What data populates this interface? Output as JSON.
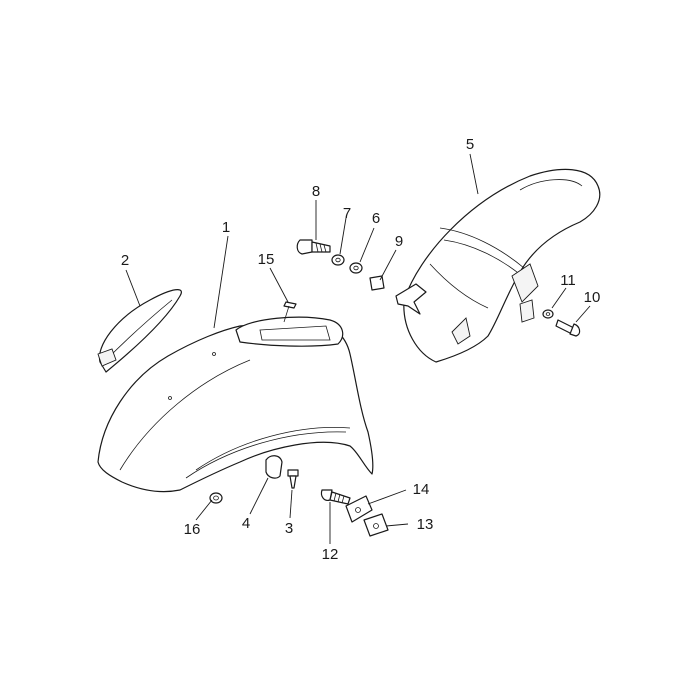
{
  "callouts": {
    "c1": "1",
    "c2": "2",
    "c3": "3",
    "c4": "4",
    "c5": "5",
    "c6": "6",
    "c7": "7",
    "c8": "8",
    "c9": "9",
    "c10": "10",
    "c11": "11",
    "c12": "12",
    "c13": "13",
    "c14": "14",
    "c15": "15",
    "c16": "16"
  },
  "colors": {
    "line": "#1a1a1a",
    "background": "#ffffff"
  }
}
